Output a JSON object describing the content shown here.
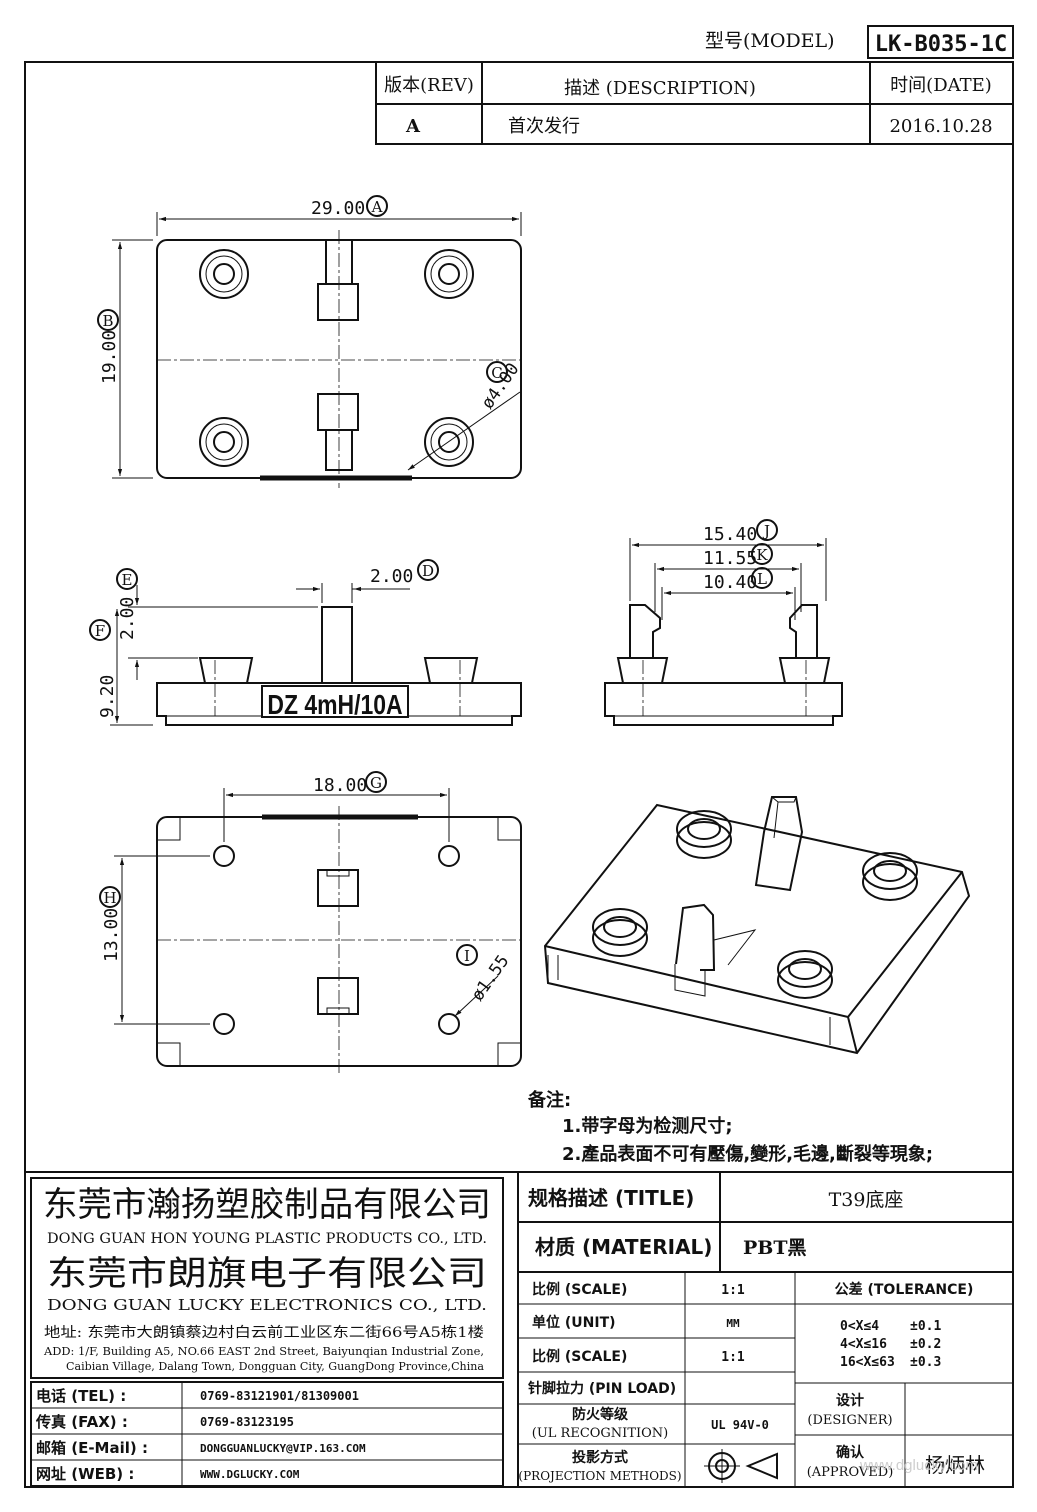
{
  "header": {
    "model_label": "型号(MODEL)",
    "model_value": "LK-B035-1C"
  },
  "revision_table": {
    "rev_header": "版本(REV)",
    "desc_header": "描述 (DESCRIPTION)",
    "date_header": "时间(DATE)",
    "rev_value": "A",
    "desc_value": "首次发行",
    "date_value": "2016.10.28"
  },
  "dimensions": {
    "A": "29.00",
    "B": "19.00",
    "C": "ø4.00",
    "D": "2.00",
    "E": "2.00",
    "F": "9.20",
    "G": "18.00",
    "H": "13.00",
    "I": "ø1.55",
    "J": "15.40",
    "K": "11.55",
    "L": "10.40"
  },
  "markers": [
    "A",
    "B",
    "C",
    "D",
    "E",
    "F",
    "G",
    "H",
    "I",
    "J",
    "K",
    "L"
  ],
  "part_marking": "DZ 4mH/10A",
  "notes": {
    "title": "备注:",
    "items": [
      "1.带字母为检测尺寸;",
      "2.產品表面不可有壓傷,變形,毛邊,斷裂等現象;"
    ]
  },
  "company": {
    "name_cn_1": "东莞市瀚扬塑胶制品有限公司",
    "name_en_1": "DONG GUAN HON YOUNG PLASTIC PRODUCTS CO., LTD.",
    "name_cn_2": "东莞市朗旗电子有限公司",
    "name_en_2": "DONG GUAN LUCKY ELECTRONICS CO., LTD.",
    "address_cn": "地址: 东莞市大朗镇蔡边村白云前工业区东二街66号A5栋1楼",
    "address_en_1": "ADD: 1/F, Building A5, NO.66 EAST 2nd Street, Baiyunqian Industrial Zone,",
    "address_en_2": "Caibian Village, Dalang Town, Dongguan City, GuangDong Province,China"
  },
  "contacts": [
    {
      "label": "电话 (TEL) :",
      "value": "0769-83121901/81309001"
    },
    {
      "label": "传真 (FAX) :",
      "value": "0769-83123195"
    },
    {
      "label": "邮箱 (E-Mail) :",
      "value": "DONGGUANLUCKY@VIP.163.COM"
    },
    {
      "label": "网址 (WEB) :",
      "value": "WWW.DGLUCKY.COM"
    }
  ],
  "spec": {
    "title_label": "规格描述 (TITLE)",
    "title_value": "T39底座",
    "material_label": "材质 (MATERIAL)",
    "material_value": "PBT黑",
    "scale_label": "比例 (SCALE)",
    "scale_value": "1:1",
    "unit_label": "单位 (UNIT)",
    "unit_value": "MM",
    "scale2_label": "比例 (SCALE)",
    "scale2_value": "1:1",
    "pin_load_label": "针脚拉力 (PIN LOAD)",
    "pin_load_value": "",
    "ul_label_1": "防火等级",
    "ul_label_2": "(UL RECOGNITION)",
    "ul_value": "UL 94V-0",
    "proj_label_1": "投影方式",
    "proj_label_2": "(PROJECTION METHODS)",
    "tolerance_label": "公差 (TOLERANCE)",
    "tolerance_rows": [
      {
        "range": "0<X≤4",
        "tol": "±0.1"
      },
      {
        "range": "4<X≤16",
        "tol": "±0.2"
      },
      {
        "range": "16<X≤63",
        "tol": "±0.3"
      }
    ],
    "designer_label_1": "设计",
    "designer_label_2": "(DESIGNER)",
    "designer_value": "",
    "approved_label_1": "确认",
    "approved_label_2": "(APPROVED)",
    "approved_value": "杨炳林"
  },
  "watermark": "www.dglucky.com"
}
